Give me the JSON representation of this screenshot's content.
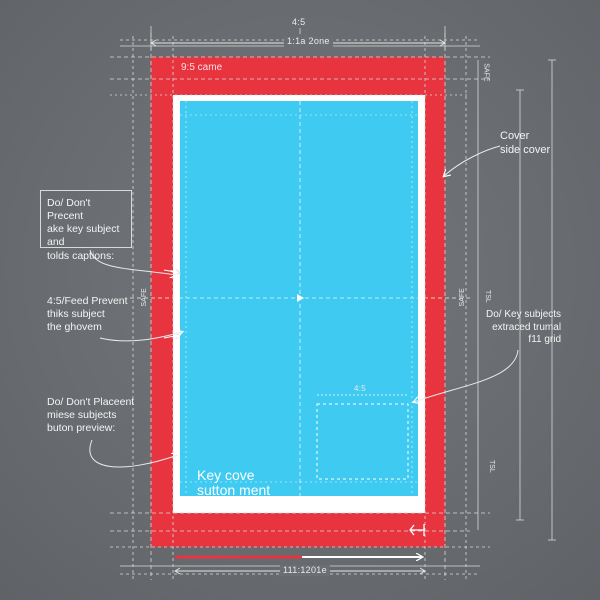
{
  "colors": {
    "background": "#6b6e72",
    "frame": "#e8343e",
    "inner_border": "#ffffff",
    "content": "#3fcaf1",
    "guide": "#d8d8d8",
    "arrow": "#ffffff"
  },
  "dimensions": {
    "top_ratio": "4:5",
    "top_width": "1:1a 2one",
    "bottom_width": "111:1201e",
    "safe_box_label": "4:5"
  },
  "frame": {
    "top_label": "9:5 came",
    "side_left": "SAFE",
    "side_right": "SAFE",
    "side_far_right": "TSL",
    "right_top_vertical": "SAFE",
    "right_mid_vertical": "TSL"
  },
  "content": {
    "key_caption": "Key cove\nsutton ment"
  },
  "annotations": {
    "box_note": "Do/ Don't Precent\nake key subject and\ntolds captions:",
    "note_2": "4:5/Feed Prevent\nthiks subject\nthe ghovem",
    "note_3": "Do/ Don't Placeent\nmiese subjects\nbuton preview:",
    "cover_note": "Cover\nside cover",
    "right_note": "Do/ Key subjects\nextraced trumal\nf11 grid"
  },
  "icons": {
    "center_marker": "play-triangle-icon",
    "corner_arrow": "arrow-left-icon"
  }
}
